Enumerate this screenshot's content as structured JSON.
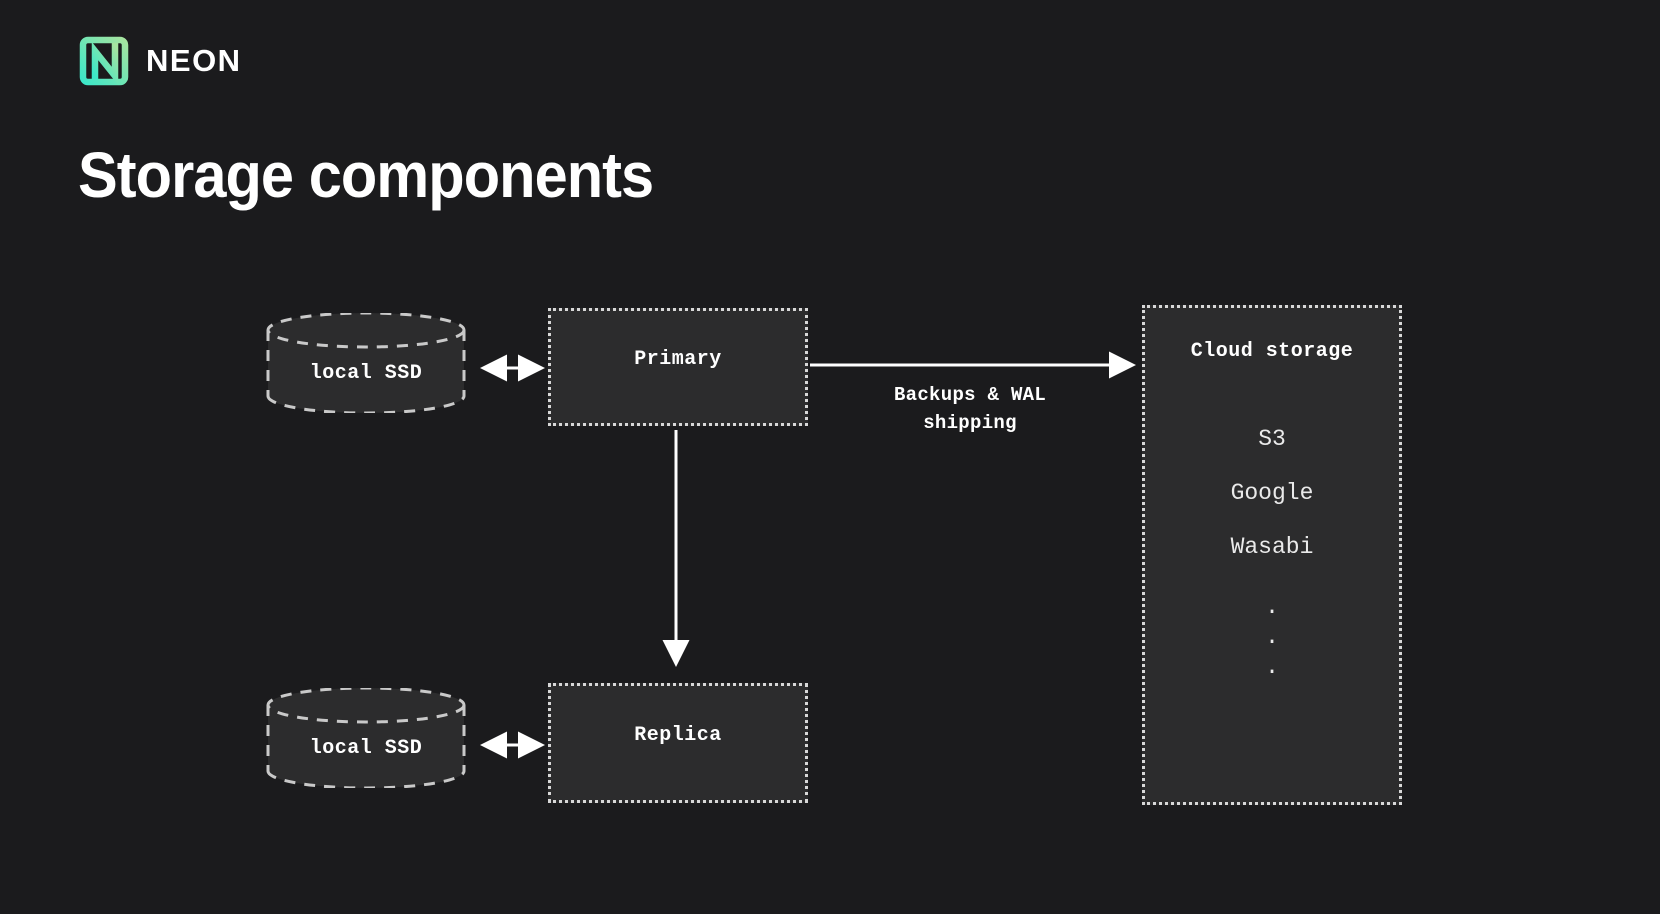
{
  "brand": {
    "logo_icon": "neon-logo-icon",
    "wordmark": "NEON",
    "accent_from": "#3ce7c8",
    "accent_to": "#9bdf9b"
  },
  "page": {
    "title": "Storage components",
    "background": "#1b1b1d",
    "node_fill": "#2c2c2d",
    "stroke": "#d8d8d8"
  },
  "diagram": {
    "nodes": {
      "ssd_top": {
        "label": "local SSD",
        "shape": "cylinder"
      },
      "ssd_bottom": {
        "label": "local SSD",
        "shape": "cylinder"
      },
      "primary": {
        "label": "Primary",
        "shape": "box"
      },
      "replica": {
        "label": "Replica",
        "shape": "box"
      },
      "cloud": {
        "label": "Cloud storage",
        "shape": "box",
        "items": [
          "S3",
          "Google",
          "Wasabi"
        ],
        "ellipsis": [
          ".",
          ".",
          "."
        ]
      }
    },
    "edges": {
      "ssd_top_primary": {
        "label": "",
        "arrow": "double"
      },
      "ssd_bottom_replica": {
        "label": "",
        "arrow": "double"
      },
      "primary_replica": {
        "label": "",
        "arrow": "single-down"
      },
      "primary_cloud": {
        "label_line1": "Backups & WAL",
        "label_line2": "shipping",
        "arrow": "single-right"
      }
    }
  }
}
